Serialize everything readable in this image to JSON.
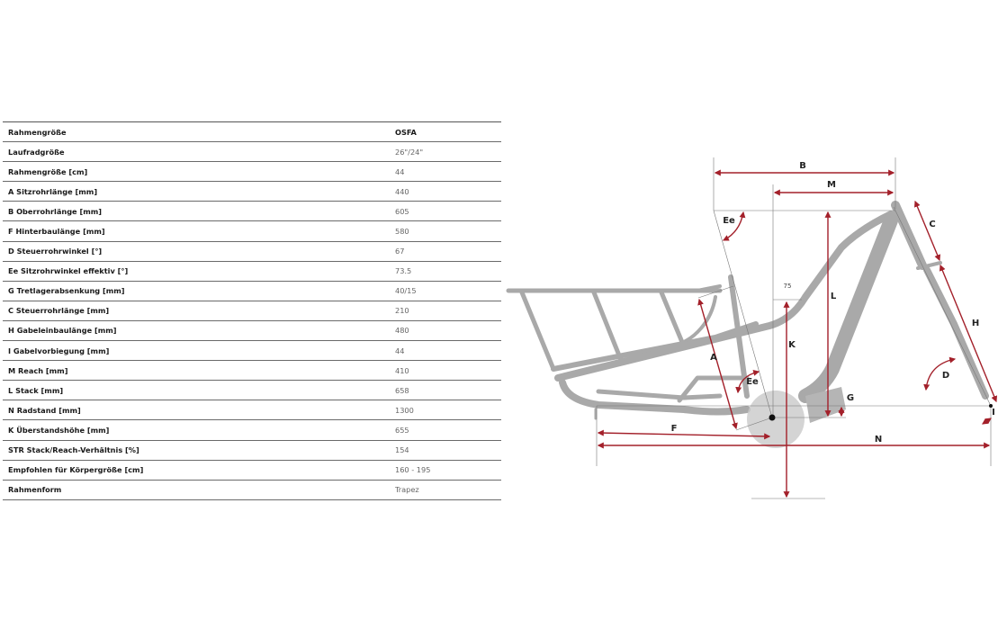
{
  "geometry_table": {
    "rows": [
      {
        "label": "Rahmengröße",
        "value": "OSFA"
      },
      {
        "label": "Laufradgröße",
        "value": "26\"/24\""
      },
      {
        "label": "Rahmengröße [cm]",
        "value": "44"
      },
      {
        "label": "A Sitzrohrlänge [mm]",
        "value": "440"
      },
      {
        "label": "B Oberrohrlänge [mm]",
        "value": "605"
      },
      {
        "label": "F Hinterbaulänge [mm]",
        "value": "580"
      },
      {
        "label": "D Steuerrohrwinkel [°]",
        "value": "67"
      },
      {
        "label": "Ee Sitzrohrwinkel effektiv [°]",
        "value": "73.5"
      },
      {
        "label": "G Tretlagerabsenkung [mm]",
        "value": "40/15"
      },
      {
        "label": "C Steuerrohrlänge [mm]",
        "value": "210"
      },
      {
        "label": "H Gabeleinbaulänge [mm]",
        "value": "480"
      },
      {
        "label": "I Gabelvorbiegung [mm]",
        "value": "44"
      },
      {
        "label": "M Reach [mm]",
        "value": "410"
      },
      {
        "label": "L Stack [mm]",
        "value": "658"
      },
      {
        "label": "N Radstand [mm]",
        "value": "1300"
      },
      {
        "label": "K Überstandshöhe [mm]",
        "value": "655"
      },
      {
        "label": "STR Stack/Reach-Verhältnis [%]",
        "value": "154"
      },
      {
        "label": "Empfohlen für Körpergröße [cm]",
        "value": "160 - 195"
      },
      {
        "label": "Rahmenform",
        "value": "Trapez"
      }
    ]
  },
  "diagram": {
    "labels": {
      "B": "B",
      "M": "M",
      "Ee_top": "Ee",
      "C": "C",
      "L": "L",
      "seat_offset": "75",
      "A": "A",
      "K": "K",
      "Ee_bottom": "Ee",
      "D": "D",
      "H": "H",
      "G": "G",
      "F": "F",
      "N": "N",
      "I": "I"
    },
    "dimension_color": "#a3202a"
  }
}
